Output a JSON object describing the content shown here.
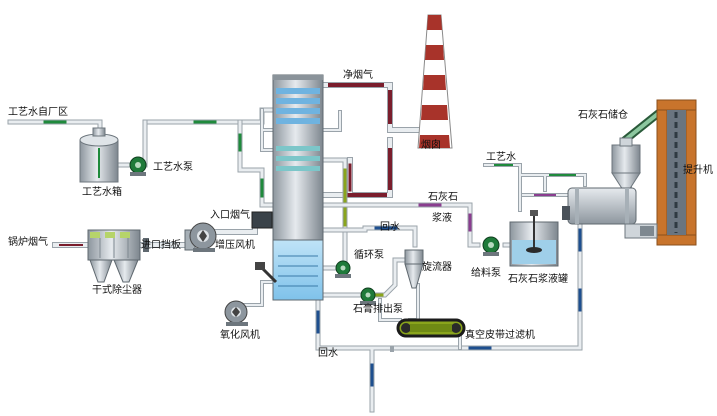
{
  "labels": {
    "process_water_from_plant": "工艺水自厂区",
    "process_water_tank": "工艺水箱",
    "process_water_pump": "工艺水泵",
    "clean_flue_gas": "净烟气",
    "chimney": "烟囱",
    "limestone_silo": "石灰石储仓",
    "bucket_elevator": "提升机",
    "process_water_right": "工艺水",
    "limestone_slurry_line1": "石灰石",
    "limestone_slurry_line2": "浆液",
    "feed_pump": "给料泵",
    "limestone_slurry_tank": "石灰石浆液罐",
    "inlet_flue_gas": "入口烟气",
    "booster_fan": "增压风机",
    "boiler_flue_gas": "锅炉烟气",
    "inlet_damper": "进口挡板",
    "dry_dust_collector": "干式除尘器",
    "return_water_top": "回水",
    "circulation_pump": "循环泵",
    "hydrocyclone": "旋流器",
    "gypsum_discharge_pump": "石膏排出泵",
    "oxidation_fan": "氧化风机",
    "vacuum_belt_filter": "真空皮带过滤机",
    "return_water_bottom": "回水"
  },
  "colors": {
    "pipe_water": "#1f8a3c",
    "pipe_gas_clean": "#7a1d2c",
    "pipe_slurry": "#8a3d8f",
    "pipe_return": "#1e4f8f",
    "pipe_gypsum": "#8aa51c",
    "equipment_steel": "#b5bec6",
    "absorber_spray": "#6fb3e0",
    "chimney_red": "#a8332a",
    "elevator": "#c8742c"
  }
}
